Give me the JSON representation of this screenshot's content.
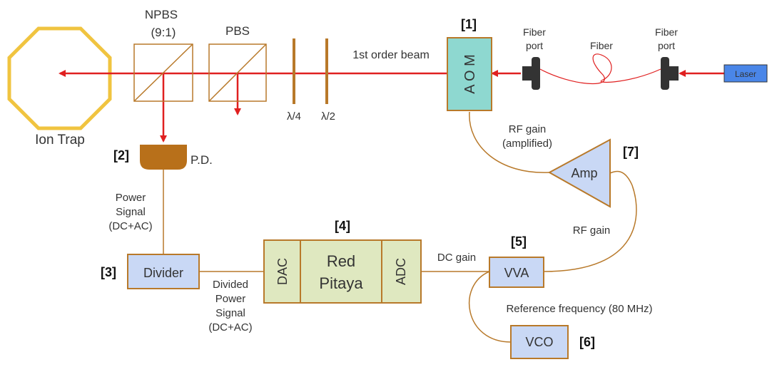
{
  "labels": {
    "npbs": "NPBS",
    "npbs_ratio": "(9:1)",
    "pbs": "PBS",
    "quarter_wave": "λ/4",
    "half_wave": "λ/2",
    "first_order": "1st order beam",
    "aom": "A O M",
    "fiber_port_left_1": "Fiber",
    "fiber_port_left_2": "port",
    "fiber": "Fiber",
    "fiber_port_right_1": "Fiber",
    "fiber_port_right_2": "port",
    "laser": "Laser",
    "ion_trap": "Ion Trap",
    "pd": "P.D.",
    "power_signal_1": "Power",
    "power_signal_2": "Signal",
    "power_signal_3": "(DC+AC)",
    "divider": "Divider",
    "divided_1": "Divided",
    "divided_2": "Power",
    "divided_3": "Signal",
    "divided_4": "(DC+AC)",
    "dac": "DAC",
    "red_pitaya_1": "Red",
    "red_pitaya_2": "Pitaya",
    "adc": "ADC",
    "dc_gain": "DC gain",
    "vva": "VVA",
    "rf_gain": "RF gain",
    "rf_gain_amp_1": "RF gain",
    "rf_gain_amp_2": "(amplified)",
    "amp": "Amp",
    "reference": "Reference frequency (80 MHz)",
    "vco": "VCO"
  },
  "numbers": {
    "n1": "[1]",
    "n2": "[2]",
    "n3": "[3]",
    "n4": "[4]",
    "n5": "[5]",
    "n6": "[6]",
    "n7": "[7]"
  },
  "colors": {
    "frame": "#b8792a",
    "box_fill": "#c9d8f5",
    "pitaya_fill": "#dfe8c0",
    "aom_fill": "#8ed8d0",
    "beam": "#e02020",
    "trap": "#f0c440",
    "pd_fill": "#b8701a",
    "laser_fill": "#4a86e8"
  }
}
